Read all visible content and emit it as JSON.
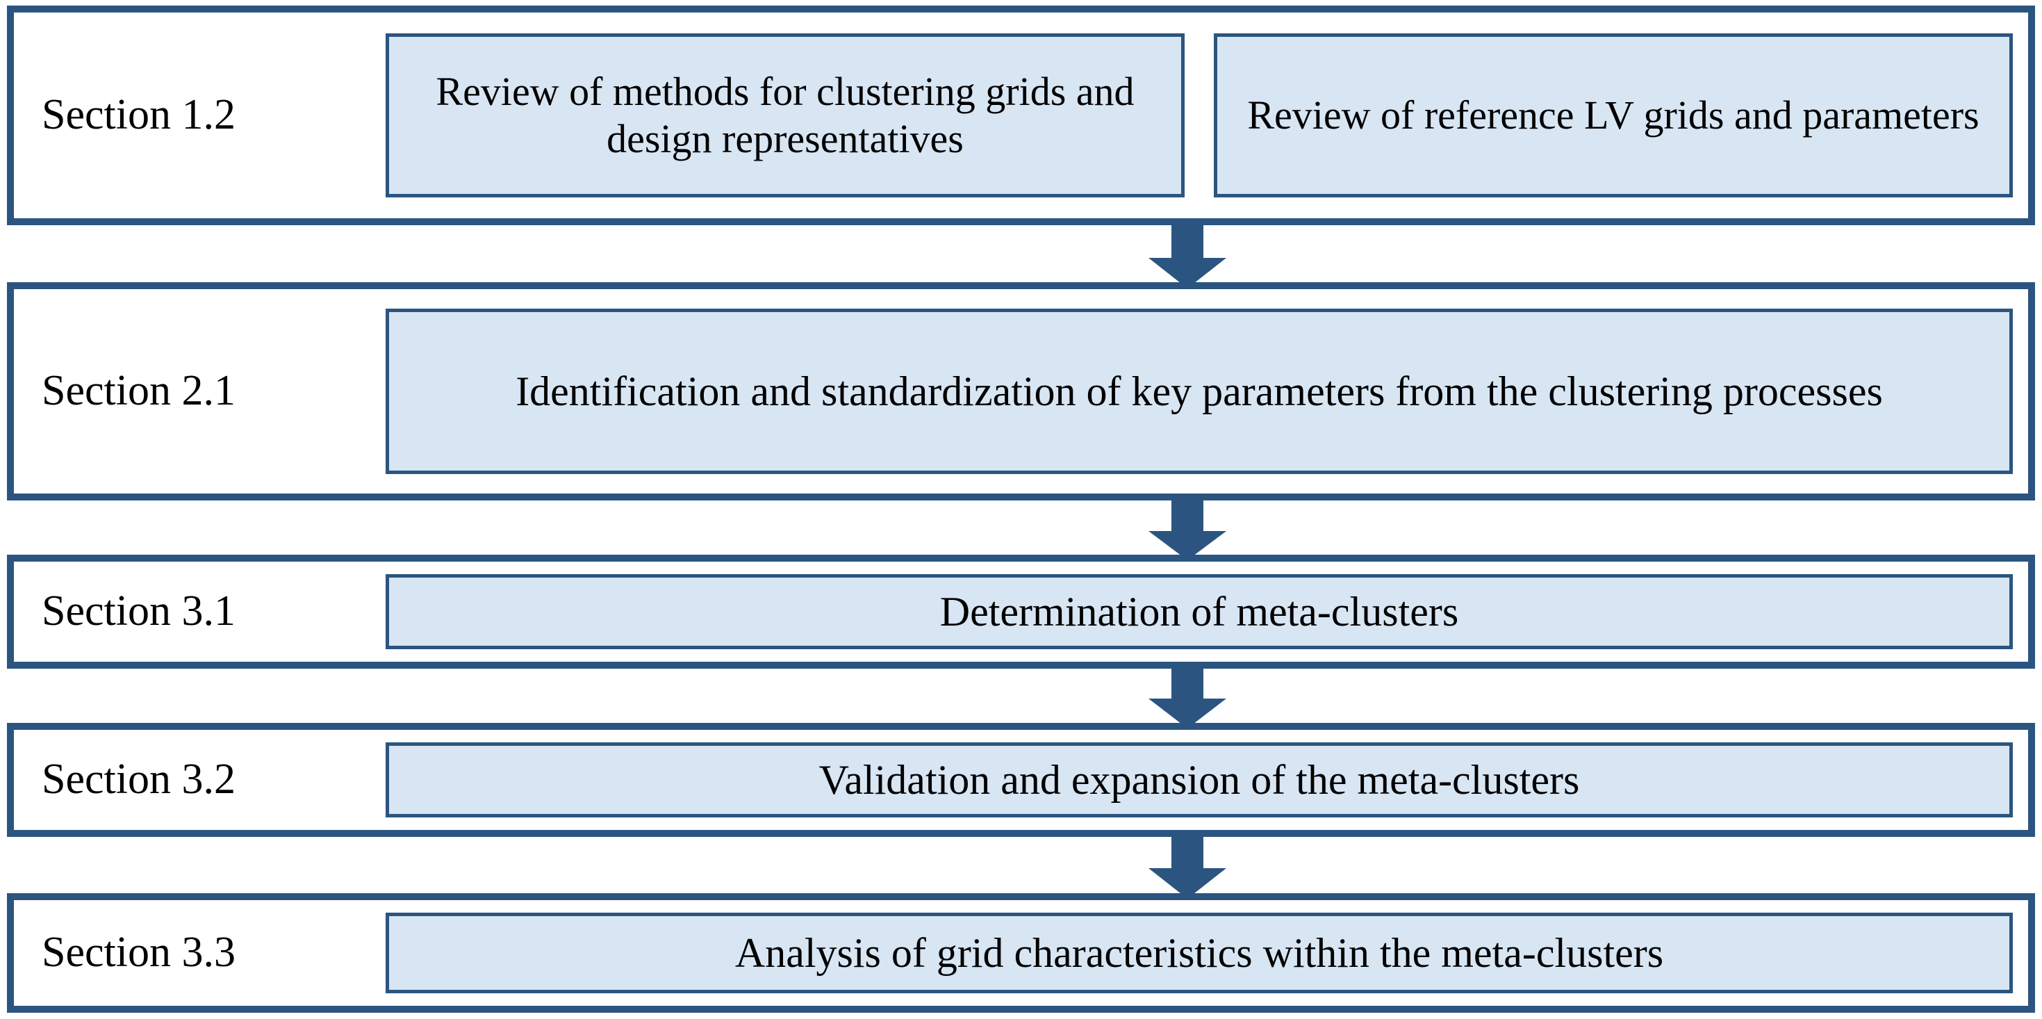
{
  "diagram": {
    "type": "flowchart",
    "title": "",
    "colors": {
      "box_fill": "#d8e5f3",
      "border": "#2b5580",
      "arrow": "#2b5580",
      "text": "#000000",
      "background": "#ffffff"
    },
    "rows": [
      {
        "id": "row-1",
        "section_label": "Section 1.2",
        "boxes": [
          {
            "text": "Review of methods for clustering grids and design representatives"
          },
          {
            "text": "Review of reference LV grids and parameters"
          }
        ]
      },
      {
        "id": "row-2",
        "section_label": "Section 2.1",
        "boxes": [
          {
            "text": "Identification and standardization of key parameters from the clustering processes"
          }
        ]
      },
      {
        "id": "row-3",
        "section_label": "Section 3.1",
        "boxes": [
          {
            "text": "Determination of meta-clusters"
          }
        ]
      },
      {
        "id": "row-4",
        "section_label": "Section 3.2",
        "boxes": [
          {
            "text": "Validation and expansion of the meta-clusters"
          }
        ]
      },
      {
        "id": "row-5",
        "section_label": "Section 3.3",
        "boxes": [
          {
            "text": "Analysis of grid characteristics within the meta-clusters"
          }
        ]
      }
    ],
    "connectors": [
      {
        "id": "arrow-1",
        "icon": "down-arrow-icon",
        "from": "row-1",
        "to": "row-2"
      },
      {
        "id": "arrow-2",
        "icon": "down-arrow-icon",
        "from": "row-2",
        "to": "row-3"
      },
      {
        "id": "arrow-3",
        "icon": "down-arrow-icon",
        "from": "row-3",
        "to": "row-4"
      },
      {
        "id": "arrow-4",
        "icon": "down-arrow-icon",
        "from": "row-4",
        "to": "row-5"
      }
    ]
  }
}
